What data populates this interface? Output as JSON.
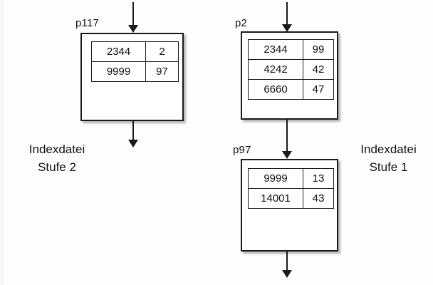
{
  "diagram": {
    "background_color": "#fefefe",
    "line_color": "#1a1a1a",
    "nodes": [
      {
        "id": "p117",
        "label": "p117",
        "level_caption_ref": "level2",
        "rows": [
          {
            "key": "2344",
            "pointer": "2"
          },
          {
            "key": "9999",
            "pointer": "97"
          }
        ]
      },
      {
        "id": "p2",
        "label": "p2",
        "level_caption_ref": "level1",
        "rows": [
          {
            "key": "2344",
            "pointer": "99"
          },
          {
            "key": "4242",
            "pointer": "42"
          },
          {
            "key": "6660",
            "pointer": "47"
          }
        ]
      },
      {
        "id": "p97",
        "label": "p97",
        "level_caption_ref": "level1",
        "rows": [
          {
            "key": "9999",
            "pointer": "13"
          },
          {
            "key": "14001",
            "pointer": "43"
          }
        ]
      }
    ],
    "captions": {
      "left": {
        "line1": "Indexdatei",
        "line2": "Stufe 2"
      },
      "right": {
        "line1": "Indexdatei",
        "line2": "Stufe 1"
      }
    },
    "arrows": [
      {
        "id": "into-p117",
        "direction": "down"
      },
      {
        "id": "out-of-p117",
        "direction": "down"
      },
      {
        "id": "into-p2",
        "direction": "down"
      },
      {
        "id": "p2-to-p97",
        "direction": "down"
      },
      {
        "id": "out-of-p97",
        "direction": "down"
      }
    ]
  }
}
